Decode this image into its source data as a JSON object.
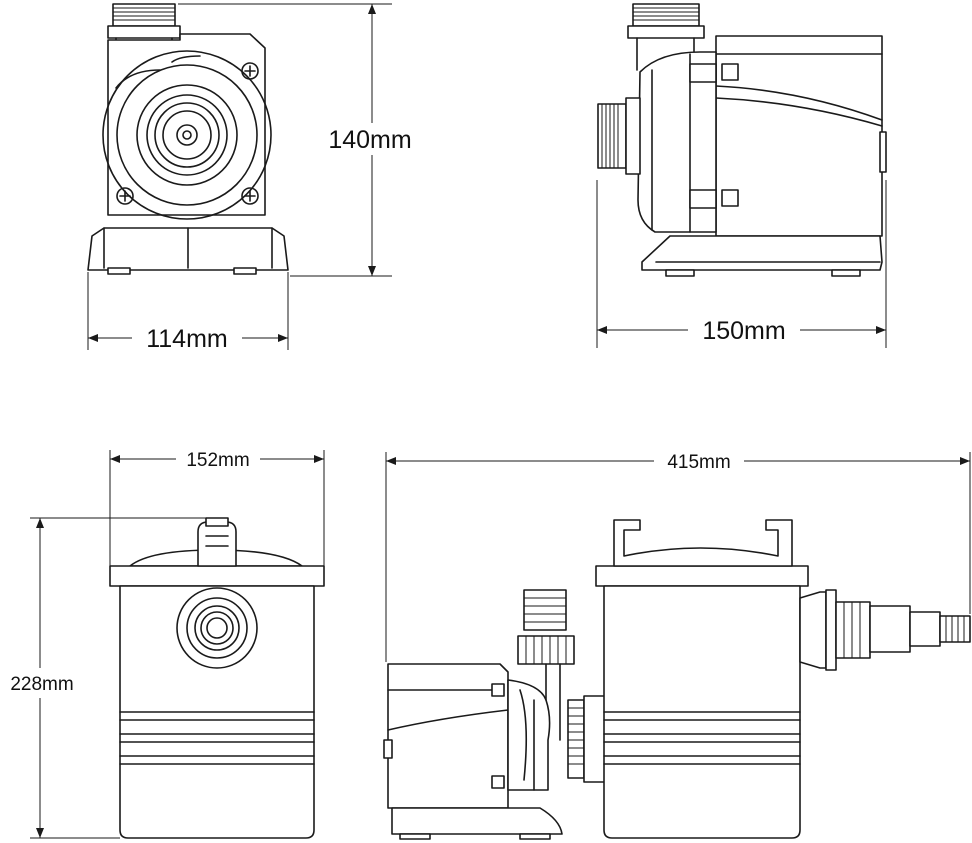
{
  "dimensions": {
    "front_height": "140mm",
    "front_width": "114mm",
    "side_length": "150mm",
    "filter_width": "152mm",
    "filter_height": "228mm",
    "assembly_length": "415mm"
  },
  "colors": {
    "line": "#1a1a1a",
    "background": "#ffffff"
  }
}
